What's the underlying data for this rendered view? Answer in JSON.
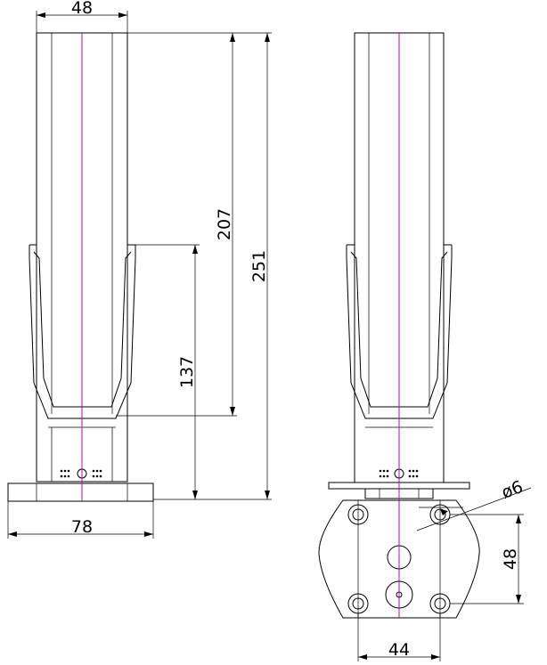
{
  "dimensions": {
    "top_width": "48",
    "base_width": "78",
    "height_207": "207",
    "height_251": "251",
    "height_137": "137",
    "hole_diameter": "ø6",
    "hole_spacing_vertical": "48",
    "hole_spacing_horizontal": "44"
  },
  "colors": {
    "line": "#000000",
    "center_axis": "#c000c0",
    "background": "#ffffff"
  }
}
